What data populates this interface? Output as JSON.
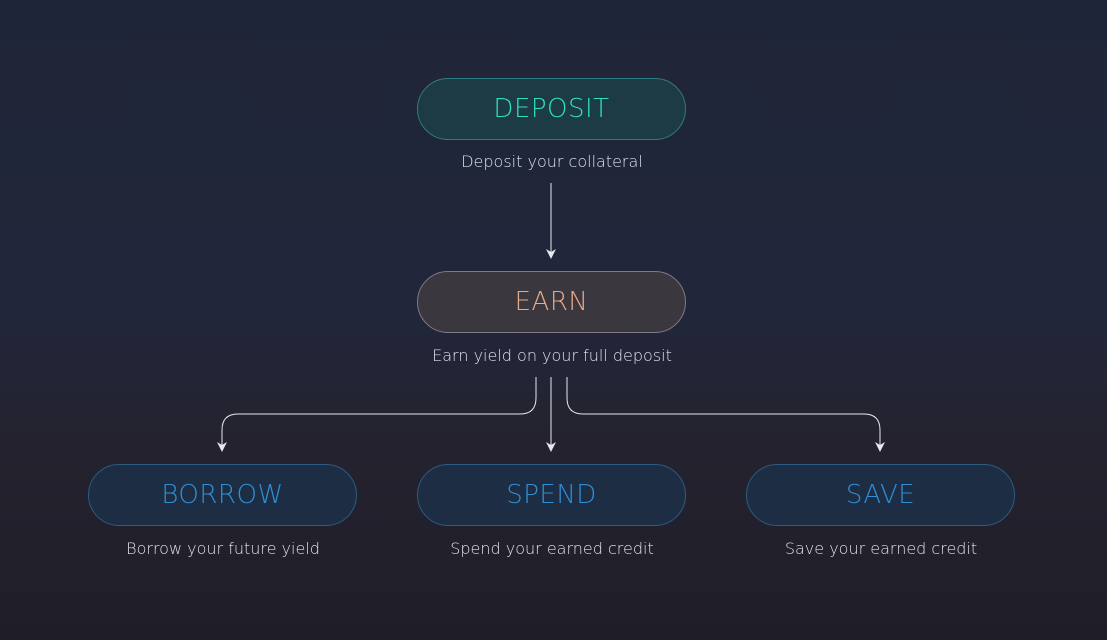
{
  "nodes": {
    "deposit": {
      "label": "DEPOSIT",
      "caption": "Deposit your collateral"
    },
    "earn": {
      "label": "EARN",
      "caption": "Earn yield on your full deposit"
    },
    "borrow": {
      "label": "BORROW",
      "caption": "Borrow your future yield"
    },
    "spend": {
      "label": "SPEND",
      "caption": "Spend your earned credit"
    },
    "save": {
      "label": "SAVE",
      "caption": "Save your earned credit"
    }
  },
  "colors": {
    "deposit_text": "#2fe0c0",
    "earn_text": "#e8a988",
    "action_text": "#2f8fd6",
    "connector": "#e6e8ee"
  }
}
